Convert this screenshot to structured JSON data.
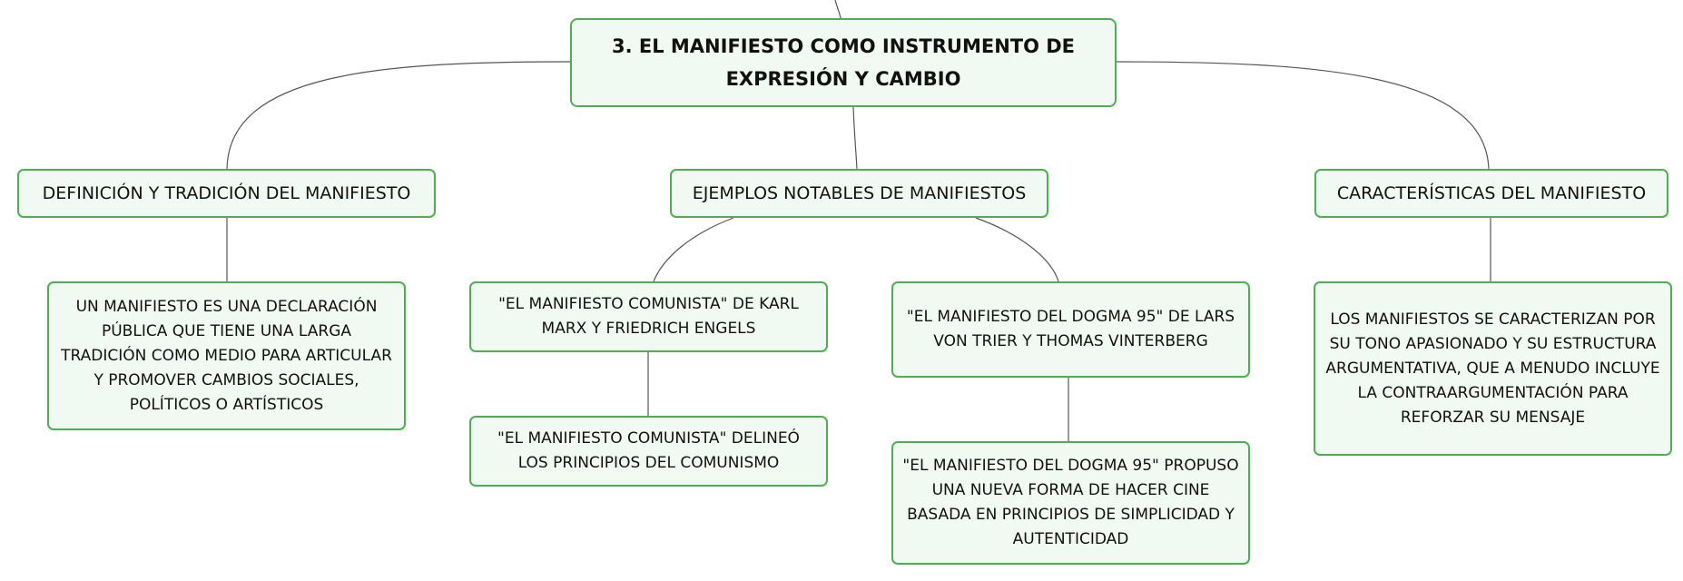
{
  "colors": {
    "node_border": "#4caf50",
    "node_fill": "#f1faf2",
    "link": "#555555",
    "text": "#111111"
  },
  "root": {
    "label": "3. EL MANIFIESTO COMO INSTRUMENTO DE EXPRESIÓN Y CAMBIO"
  },
  "topics": [
    {
      "label": "DEFINICIÓN Y TRADICIÓN DEL MANIFIESTO"
    },
    {
      "label": "EJEMPLOS NOTABLES DE MANIFIESTOS"
    },
    {
      "label": "CARACTERÍSTICAS DEL MANIFIESTO"
    }
  ],
  "subtopics": [
    {
      "label": "UN MANIFIESTO ES UNA DECLARACIÓN PÚBLICA QUE TIENE UNA LARGA TRADICIÓN COMO MEDIO PARA ARTICULAR Y PROMOVER CAMBIOS SOCIALES, POLÍTICOS O ARTÍSTICOS"
    },
    {
      "label": "\"EL MANIFIESTO COMUNISTA\" DE KARL MARX Y FRIEDRICH ENGELS"
    },
    {
      "label": "\"EL MANIFIESTO COMUNISTA\" DELINEÓ LOS PRINCIPIOS DEL COMUNISMO"
    },
    {
      "label": "\"EL MANIFIESTO DEL DOGMA 95\" DE LARS VON TRIER Y THOMAS VINTERBERG"
    },
    {
      "label": "\"EL MANIFIESTO DEL DOGMA 95\" PROPUSO UNA NUEVA FORMA DE HACER CINE BASADA EN PRINCIPIOS DE SIMPLICIDAD Y AUTENTICIDAD"
    },
    {
      "label": "LOS MANIFIESTOS SE CARACTERIZAN POR SU TONO APASIONADO Y SU ESTRUCTURA ARGUMENTATIVA, QUE A MENUDO INCLUYE LA CONTRAARGUMENTACIÓN PARA REFORZAR SU MENSAJE"
    }
  ]
}
